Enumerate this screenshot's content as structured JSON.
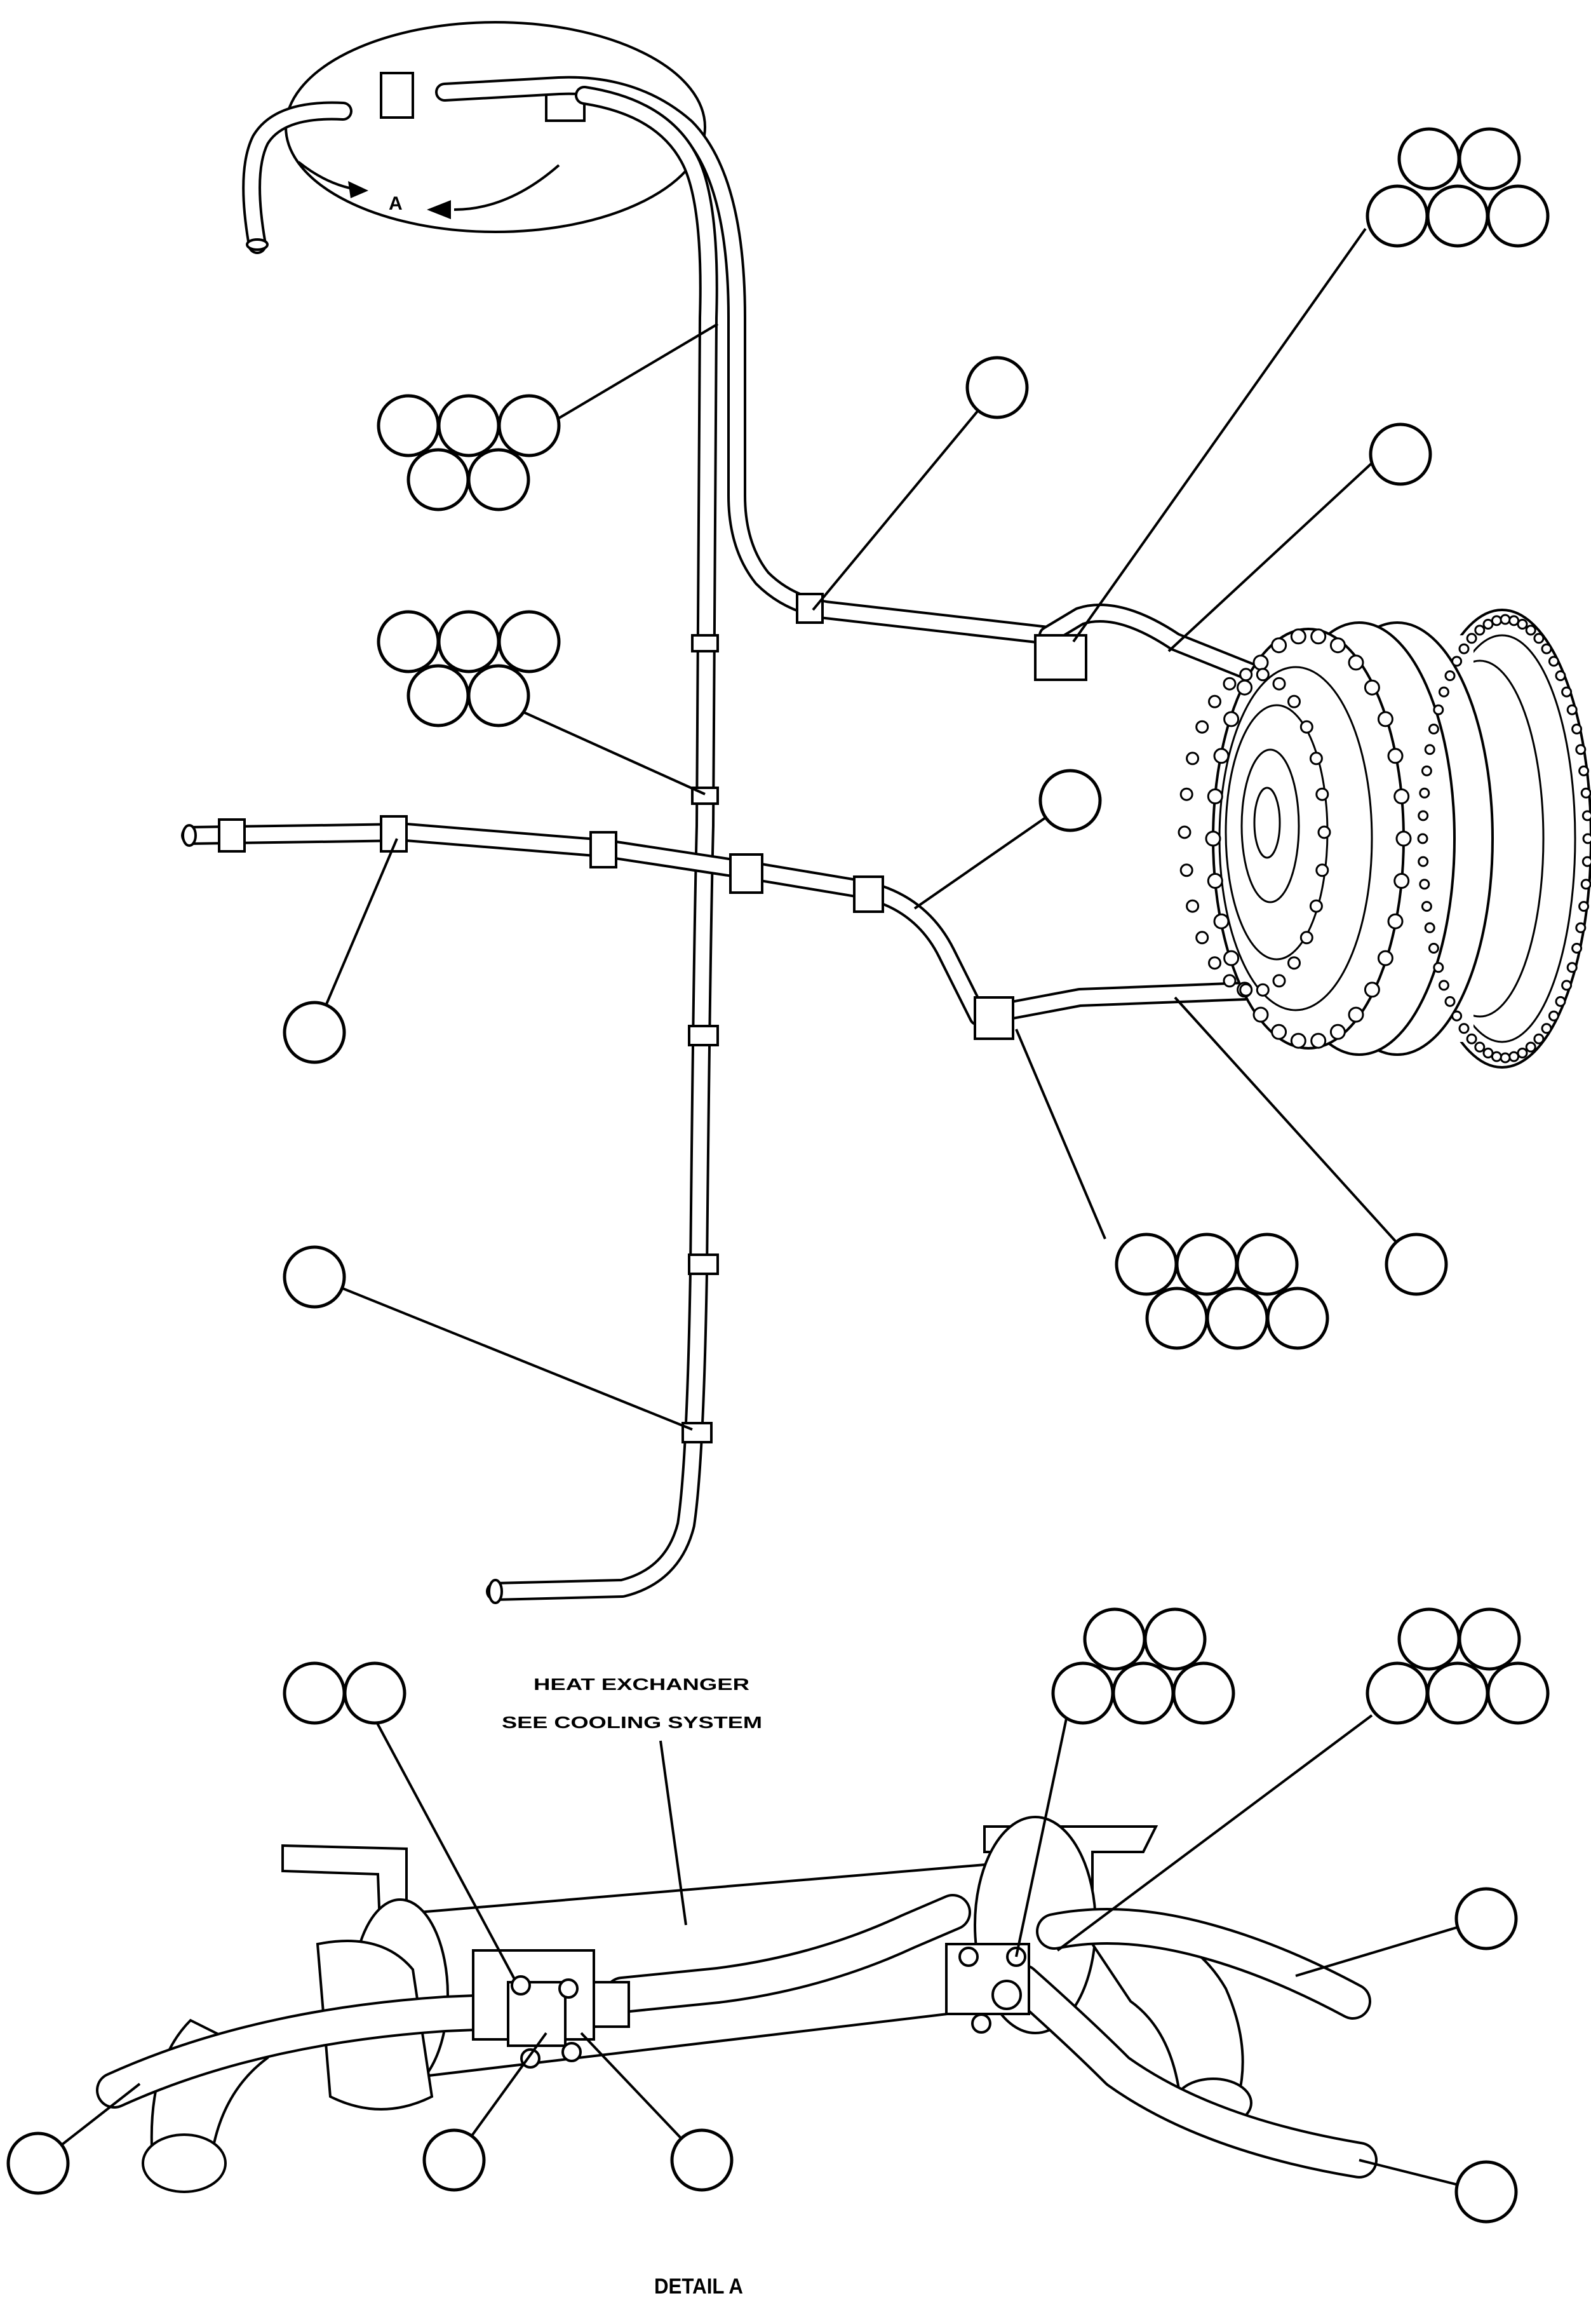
{
  "view_label": "A",
  "heat_exchanger_label": "HEAT EXCHANGER",
  "see_cooling_label": "SEE COOLING SYSTEM",
  "detail_label": "DETAIL A"
}
